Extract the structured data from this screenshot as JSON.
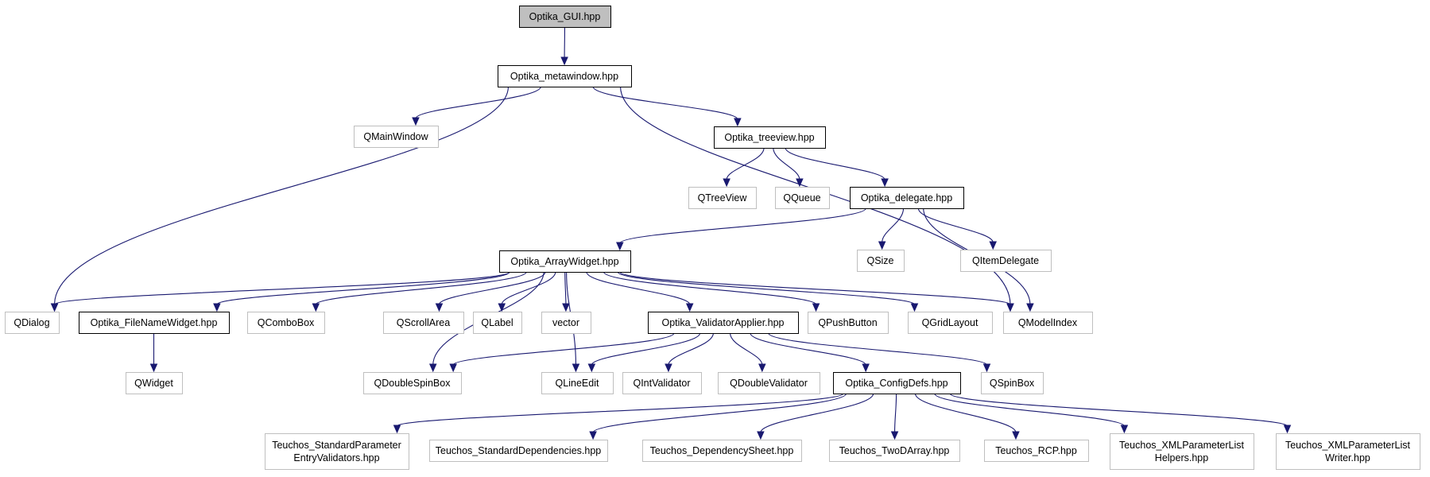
{
  "diagram": {
    "nodes": [
      {
        "id": "gui",
        "lines": [
          "Optika_GUI.hpp"
        ],
        "kind": "root"
      },
      {
        "id": "metawindow",
        "lines": [
          "Optika_metawindow.hpp"
        ],
        "kind": "project"
      },
      {
        "id": "qmainwindow",
        "lines": [
          "QMainWindow"
        ],
        "kind": "external"
      },
      {
        "id": "treeview",
        "lines": [
          "Optika_treeview.hpp"
        ],
        "kind": "project"
      },
      {
        "id": "qtreeview",
        "lines": [
          "QTreeView"
        ],
        "kind": "external"
      },
      {
        "id": "qqueue",
        "lines": [
          "QQueue"
        ],
        "kind": "external"
      },
      {
        "id": "delegate",
        "lines": [
          "Optika_delegate.hpp"
        ],
        "kind": "project"
      },
      {
        "id": "qsize",
        "lines": [
          "QSize"
        ],
        "kind": "external"
      },
      {
        "id": "qitemdelegate",
        "lines": [
          "QItemDelegate"
        ],
        "kind": "external"
      },
      {
        "id": "arraywidget",
        "lines": [
          "Optika_ArrayWidget.hpp"
        ],
        "kind": "project"
      },
      {
        "id": "qdialog",
        "lines": [
          "QDialog"
        ],
        "kind": "external"
      },
      {
        "id": "filenamewidget",
        "lines": [
          "Optika_FileNameWidget.hpp"
        ],
        "kind": "project"
      },
      {
        "id": "qcombobox",
        "lines": [
          "QComboBox"
        ],
        "kind": "external"
      },
      {
        "id": "qscrollarea",
        "lines": [
          "QScrollArea"
        ],
        "kind": "external"
      },
      {
        "id": "qlabel",
        "lines": [
          "QLabel"
        ],
        "kind": "external"
      },
      {
        "id": "vector",
        "lines": [
          "vector"
        ],
        "kind": "external"
      },
      {
        "id": "validatorapplier",
        "lines": [
          "Optika_ValidatorApplier.hpp"
        ],
        "kind": "project"
      },
      {
        "id": "qpushbutton",
        "lines": [
          "QPushButton"
        ],
        "kind": "external"
      },
      {
        "id": "qgridlayout",
        "lines": [
          "QGridLayout"
        ],
        "kind": "external"
      },
      {
        "id": "qmodelindex",
        "lines": [
          "QModelIndex"
        ],
        "kind": "external"
      },
      {
        "id": "qwidget",
        "lines": [
          "QWidget"
        ],
        "kind": "external"
      },
      {
        "id": "qdoublespinbox",
        "lines": [
          "QDoubleSpinBox"
        ],
        "kind": "external"
      },
      {
        "id": "qlineedit",
        "lines": [
          "QLineEdit"
        ],
        "kind": "external"
      },
      {
        "id": "qintvalidator",
        "lines": [
          "QIntValidator"
        ],
        "kind": "external"
      },
      {
        "id": "qdoublevalidator",
        "lines": [
          "QDoubleValidator"
        ],
        "kind": "external"
      },
      {
        "id": "configdefs",
        "lines": [
          "Optika_ConfigDefs.hpp"
        ],
        "kind": "project"
      },
      {
        "id": "qspinbox",
        "lines": [
          "QSpinBox"
        ],
        "kind": "external"
      },
      {
        "id": "teuchos_stdparam",
        "lines": [
          "Teuchos_StandardParameter",
          "EntryValidators.hpp"
        ],
        "kind": "external"
      },
      {
        "id": "teuchos_stddeps",
        "lines": [
          "Teuchos_StandardDependencies.hpp"
        ],
        "kind": "external"
      },
      {
        "id": "teuchos_depsheet",
        "lines": [
          "Teuchos_DependencySheet.hpp"
        ],
        "kind": "external"
      },
      {
        "id": "teuchos_twodarray",
        "lines": [
          "Teuchos_TwoDArray.hpp"
        ],
        "kind": "external"
      },
      {
        "id": "teuchos_rcp",
        "lines": [
          "Teuchos_RCP.hpp"
        ],
        "kind": "external"
      },
      {
        "id": "teuchos_xmlhelpers",
        "lines": [
          "Teuchos_XMLParameterList",
          "Helpers.hpp"
        ],
        "kind": "external"
      },
      {
        "id": "teuchos_xmlwriter",
        "lines": [
          "Teuchos_XMLParameterList",
          "Writer.hpp"
        ],
        "kind": "external"
      }
    ],
    "edges": [
      [
        "gui",
        "metawindow"
      ],
      [
        "metawindow",
        "qmainwindow"
      ],
      [
        "metawindow",
        "treeview"
      ],
      [
        "metawindow",
        "qdialog"
      ],
      [
        "metawindow",
        "qmodelindex"
      ],
      [
        "treeview",
        "qtreeview"
      ],
      [
        "treeview",
        "qqueue"
      ],
      [
        "treeview",
        "delegate"
      ],
      [
        "delegate",
        "arraywidget"
      ],
      [
        "delegate",
        "qsize"
      ],
      [
        "delegate",
        "qitemdelegate"
      ],
      [
        "delegate",
        "qmodelindex"
      ],
      [
        "arraywidget",
        "qdialog"
      ],
      [
        "arraywidget",
        "filenamewidget"
      ],
      [
        "arraywidget",
        "qcombobox"
      ],
      [
        "arraywidget",
        "qscrollarea"
      ],
      [
        "arraywidget",
        "qlabel"
      ],
      [
        "arraywidget",
        "vector"
      ],
      [
        "arraywidget",
        "validatorapplier"
      ],
      [
        "arraywidget",
        "qpushbutton"
      ],
      [
        "arraywidget",
        "qgridlayout"
      ],
      [
        "arraywidget",
        "qmodelindex"
      ],
      [
        "arraywidget",
        "qdoublespinbox"
      ],
      [
        "arraywidget",
        "qlineedit"
      ],
      [
        "filenamewidget",
        "qwidget"
      ],
      [
        "validatorapplier",
        "qdoublespinbox"
      ],
      [
        "validatorapplier",
        "qlineedit"
      ],
      [
        "validatorapplier",
        "qintvalidator"
      ],
      [
        "validatorapplier",
        "qdoublevalidator"
      ],
      [
        "validatorapplier",
        "configdefs"
      ],
      [
        "validatorapplier",
        "qspinbox"
      ],
      [
        "configdefs",
        "teuchos_stdparam"
      ],
      [
        "configdefs",
        "teuchos_stddeps"
      ],
      [
        "configdefs",
        "teuchos_depsheet"
      ],
      [
        "configdefs",
        "teuchos_twodarray"
      ],
      [
        "configdefs",
        "teuchos_rcp"
      ],
      [
        "configdefs",
        "teuchos_xmlhelpers"
      ],
      [
        "configdefs",
        "teuchos_xmlwriter"
      ]
    ]
  }
}
